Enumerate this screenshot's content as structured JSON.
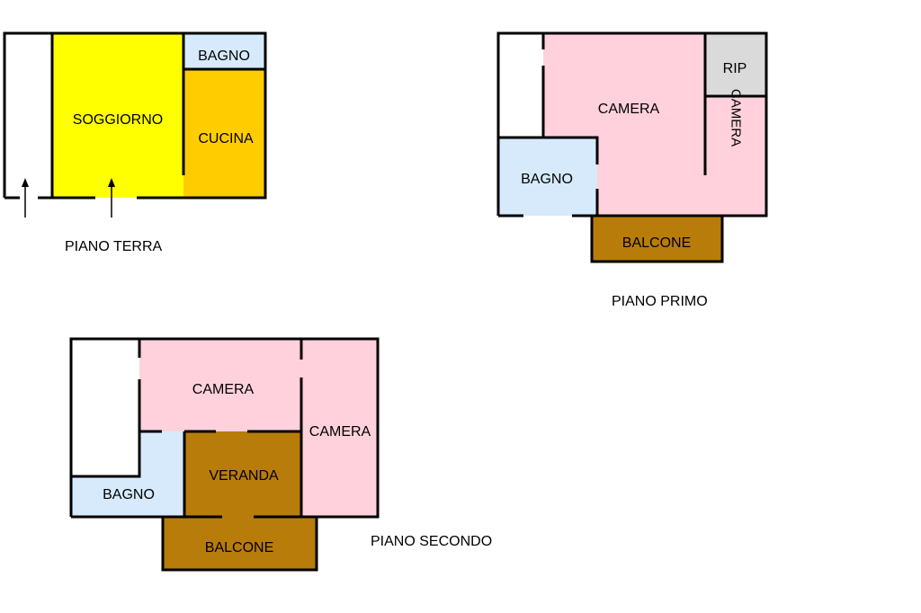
{
  "floors": {
    "ground": {
      "title": "PIANO TERRA",
      "rooms": {
        "soggiorno": "SOGGIORNO",
        "bagno": "BAGNO",
        "cucina": "CUCINA"
      }
    },
    "first": {
      "title": "PIANO PRIMO",
      "rooms": {
        "camera_main": "CAMERA",
        "rip": "RIP",
        "camera_vertical": "CAMERA",
        "bagno": "BAGNO",
        "balcone": "BALCONE"
      }
    },
    "second": {
      "title": "PIANO SECONDO",
      "rooms": {
        "camera_top": "CAMERA",
        "camera_right": "CAMERA",
        "veranda": "VERANDA",
        "bagno": "BAGNO",
        "balcone": "BALCONE"
      }
    }
  },
  "colors": {
    "soggiorno": "#ffff00",
    "cucina": "#ffcc00",
    "bagno": "#d6eafc",
    "camera": "#ffd1dc",
    "rip": "#dadada",
    "balcone": "#b87c0a",
    "veranda": "#b87c0a"
  }
}
